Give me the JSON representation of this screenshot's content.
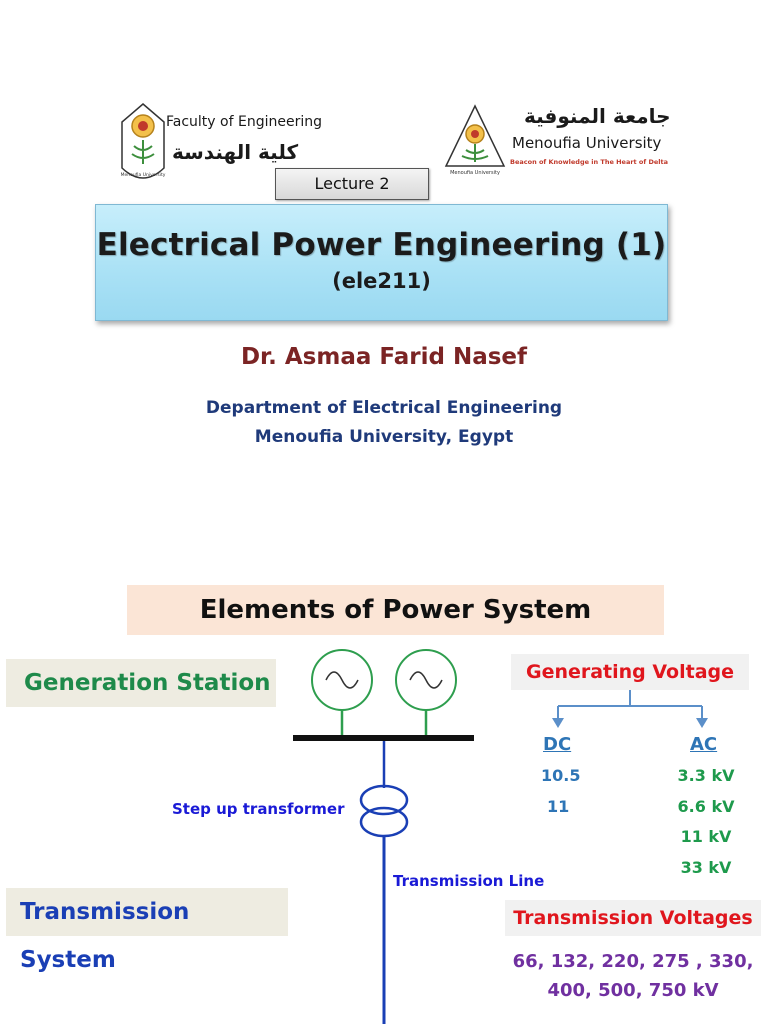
{
  "slide1": {
    "logo_left": {
      "english": "Faculty of Engineering",
      "arabic": "كلية الهندسة",
      "seal_text": "Menoufia University"
    },
    "logo_right": {
      "arabic": "جامعة المنوفية",
      "english": "Menoufia University",
      "motto": "Beacon of Knowledge in The Heart of Delta",
      "seal_text": "Menoufia University"
    },
    "lecture": "Lecture 2",
    "title": "Electrical Power Engineering (1)",
    "course_code": "(ele211)",
    "author": "Dr. Asmaa Farid Nasef",
    "department": "Department of Electrical Engineering",
    "university": "Menoufia University, Egypt"
  },
  "slide2": {
    "title": "Elements of Power System",
    "generation_station": "Generation Station",
    "transmission_system": "Transmission System",
    "step_up_transformer": "Step up transformer",
    "transmission_line": "Transmission Line",
    "generating_voltage": {
      "label": "Generating Voltage",
      "dc_header": "DC",
      "ac_header": "AC",
      "dc_values": [
        "10.5",
        "11"
      ],
      "ac_values": [
        "3.3 kV",
        "6.6 kV",
        "11 kV",
        "33 kV"
      ]
    },
    "transmission_voltages": {
      "label": "Transmission Voltages",
      "line1": "66, 132, 220, 275 , 330,",
      "line2": "400, 500, 750 kV"
    }
  },
  "colors": {
    "title_box": "#a9e1f5",
    "author": "#7b2424",
    "department": "#1f3a7a",
    "generation_station": "#1e8a4a",
    "transmission_system": "#1a3fb5",
    "red_labels": "#e0161d",
    "dc": "#2e75b6",
    "ac": "#1e9a4c",
    "voltages": "#7030a0",
    "generator": "#2e9e4e"
  }
}
